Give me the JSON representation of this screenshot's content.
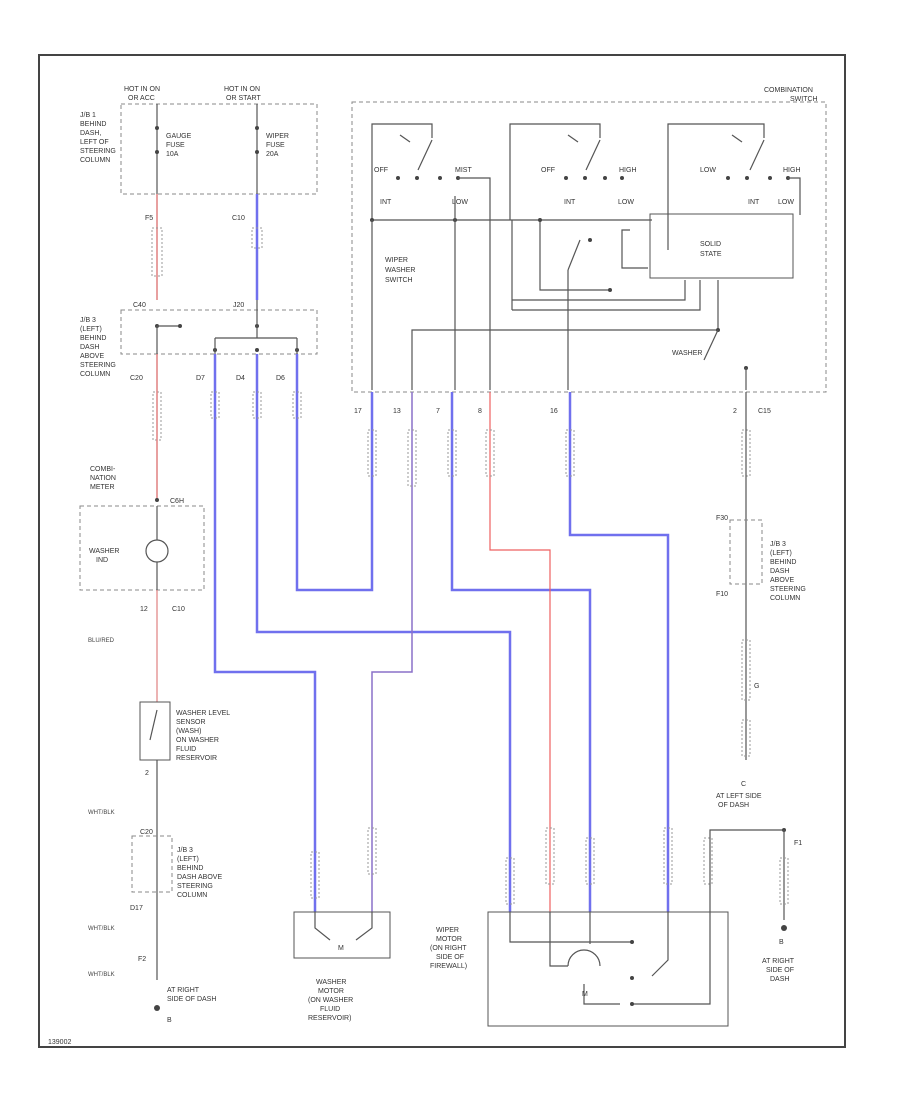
{
  "power": {
    "hot1": [
      "HOT IN ON",
      "OR ACC"
    ],
    "hot2": [
      "HOT IN ON",
      "OR START"
    ]
  },
  "jb1": [
    "J/B 1",
    "BEHIND",
    "DASH,",
    "LEFT OF",
    "STEERING",
    "COLUMN"
  ],
  "fuses": {
    "gauge": [
      "GAUGE",
      "FUSE",
      "10A"
    ],
    "wiper": [
      "WIPER",
      "FUSE",
      "20A"
    ]
  },
  "combo_switch": [
    "COMBINATION",
    "SWITCH"
  ],
  "switch_labels": {
    "off1": "OFF",
    "mist": "MIST",
    "int1": "INT",
    "low1": "LOW",
    "off2": "OFF",
    "high": "HIGH",
    "int2": "INT",
    "low2": "LOW",
    "low3": "LOW",
    "high2": "HIGH",
    "int3": "INT",
    "low4": "LOW"
  },
  "wiper_washer_switch": [
    "WIPER",
    "WASHER",
    "SWITCH"
  ],
  "solid_state": [
    "SOLID",
    "STATE"
  ],
  "washer_switch": "WASHER",
  "jb3_top": [
    "J/B 3",
    "(LEFT)",
    "BEHIND",
    "DASH",
    "ABOVE",
    "STEERING",
    "COLUMN"
  ],
  "jb3_right": [
    "J/B 3",
    "(LEFT)",
    "BEHIND",
    "DASH",
    "ABOVE",
    "STEERING",
    "COLUMN"
  ],
  "jb3_bottom": [
    "J/B 3",
    "(LEFT)",
    "BEHIND",
    "DASH ABOVE",
    "STEERING",
    "COLUMN"
  ],
  "combo_meter": [
    "COMBI-",
    "NATION",
    "METER"
  ],
  "washer_ind": [
    "WASHER",
    "IND"
  ],
  "washer_level": [
    "WASHER LEVEL",
    "SENSOR",
    "(WASH)",
    "ON WASHER",
    "FLUID",
    "RESERVOIR"
  ],
  "washer_motor": [
    "WASHER",
    "MOTOR",
    "(ON WASHER",
    "FLUID",
    "RESERVOIR)"
  ],
  "wiper_motor": [
    "WIPER",
    "MOTOR",
    "(ON RIGHT",
    "SIDE OF",
    "FIREWALL)"
  ],
  "grounds": {
    "right1": [
      "AT RIGHT",
      "SIDE OF DASH"
    ],
    "left": [
      "AT LEFT SIDE",
      "OF DASH"
    ],
    "right2": [
      "AT RIGHT",
      "SIDE OF",
      "DASH"
    ]
  },
  "wire_labels": {
    "blu_red": "BLU/RED",
    "wht_blk1": "WHT/BLK",
    "wht_blk2": "WHT/BLK",
    "wht_blk3": "WHT/BLK"
  },
  "connectors": {
    "c_top1": "F5",
    "c_top2": "C10",
    "jb3_a": "C40",
    "jb3_b": "J20",
    "c_left_mid": "C20",
    "c_d7": "D7",
    "c_d4": "D4",
    "c_d6": "D6",
    "meter_in": "C6H",
    "meter_pin": "12",
    "meter_conn": "C10",
    "sw17": "17",
    "sw13": "13",
    "sw7": "7",
    "sw8": "8",
    "sw16": "16",
    "sw2": "2",
    "sw_c15": "C15",
    "lvl2": "2",
    "jb3b_1": "C20",
    "jb3b_2": "D17",
    "jb3b_3": "F2",
    "r_jb_top": "F30",
    "r_jb_bot": "F10",
    "g_left": "G",
    "g_left_pin": "C",
    "m_f1": "F1",
    "g_right2": "B",
    "g_right1": "B",
    "wm_pin": "M"
  },
  "footer_code": "139002"
}
